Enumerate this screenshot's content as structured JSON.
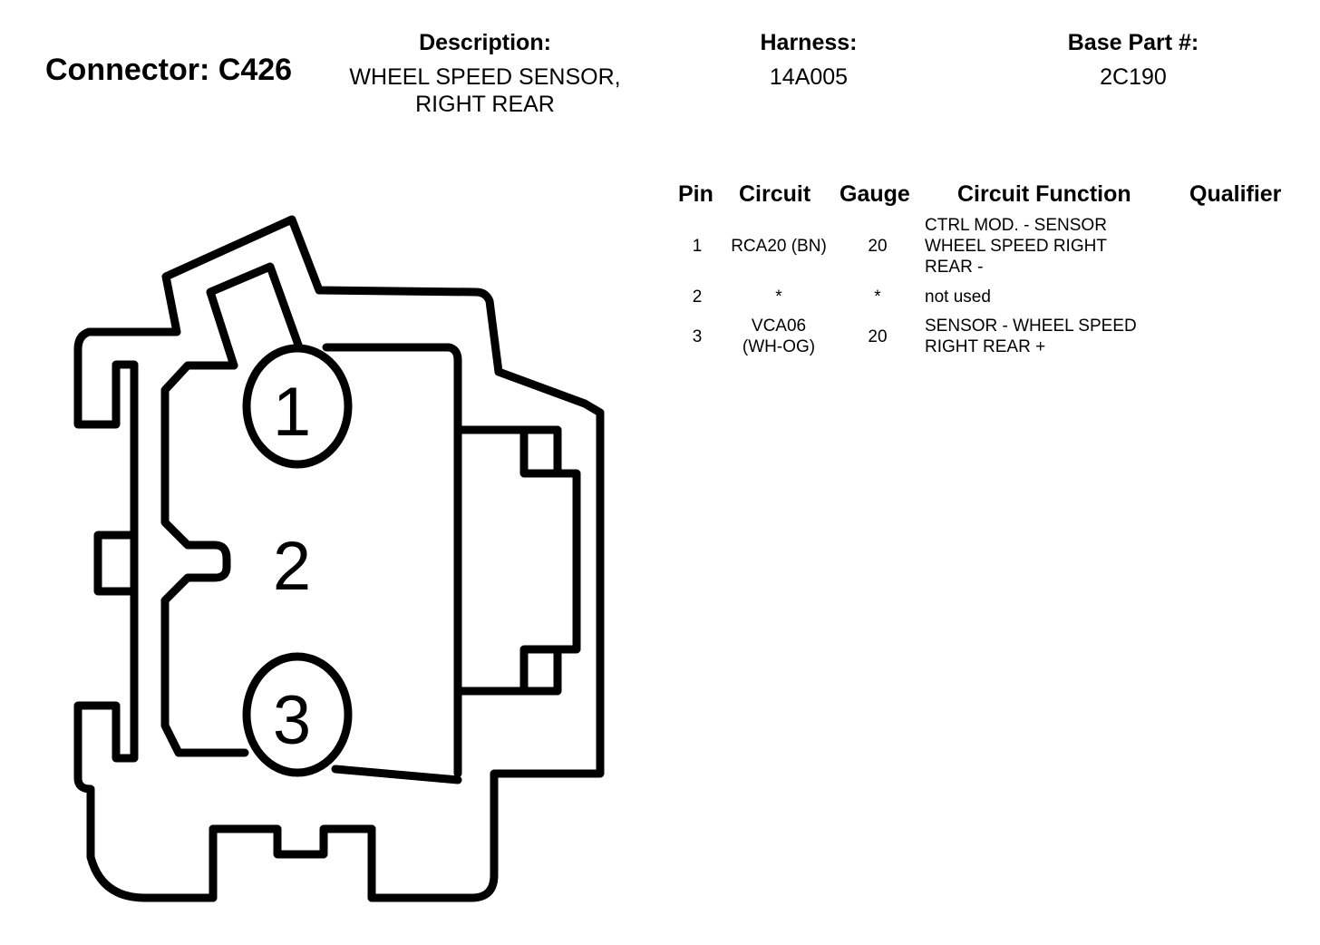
{
  "header": {
    "connector_title": "Connector: C426",
    "description_label": "Description:",
    "description_value_line1": "WHEEL SPEED SENSOR,",
    "description_value_line2": "RIGHT REAR",
    "harness_label": "Harness:",
    "harness_value": "14A005",
    "base_part_label": "Base Part #:",
    "base_part_value": "2C190"
  },
  "diagram": {
    "pin_labels": [
      "1",
      "2",
      "3"
    ]
  },
  "table": {
    "columns": [
      "Pin",
      "Circuit",
      "Gauge",
      "Circuit Function",
      "Qualifier"
    ],
    "rows": [
      {
        "pin": "1",
        "circuit_lines": [
          "RCA20 (BN)"
        ],
        "gauge": "20",
        "function_lines": [
          "CTRL MOD. - SENSOR",
          "WHEEL SPEED RIGHT",
          "REAR -"
        ],
        "qualifier": ""
      },
      {
        "pin": "2",
        "circuit_lines": [
          "*"
        ],
        "gauge": "*",
        "function_lines": [
          "not used"
        ],
        "qualifier": ""
      },
      {
        "pin": "3",
        "circuit_lines": [
          "VCA06",
          "(WH-OG)"
        ],
        "gauge": "20",
        "function_lines": [
          "SENSOR - WHEEL SPEED",
          "RIGHT REAR +"
        ],
        "qualifier": ""
      }
    ]
  }
}
